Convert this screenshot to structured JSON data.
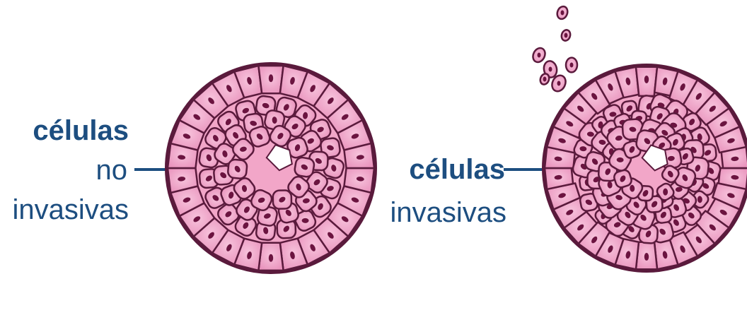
{
  "left_group": {
    "label_bold": "células",
    "label_line2": "no",
    "label_line3": "invasivas"
  },
  "right_group": {
    "label_bold": "células",
    "label_line2": "invasivas"
  },
  "colors": {
    "label": "#1d4e80",
    "cell_fill": "#f2a6c8",
    "cell_border": "#5a1a3c",
    "nucleus": "#6b1440",
    "lumen": "#ffffff"
  }
}
